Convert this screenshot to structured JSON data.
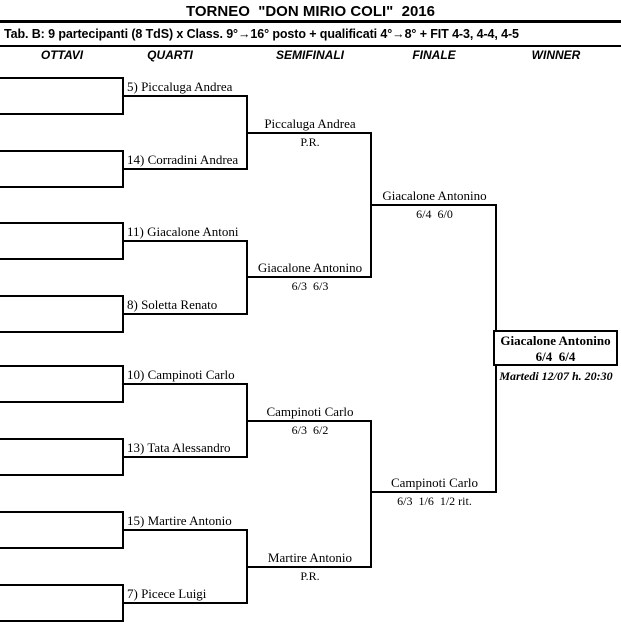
{
  "page": {
    "background": "#ffffff",
    "line_color": "#000000"
  },
  "header": {
    "title": "TORNEO  \"DON MIRIO COLI\"  2016",
    "subtitle": "Tab. B: 9 partecipanti (8 TdS) x Class. 9°→16° posto + qualificati 4°→8° + FIT 4-3, 4-4, 4-5",
    "columns": [
      "OTTAVI",
      "QUARTI",
      "SEMIFINALI",
      "FINALE",
      "WINNER"
    ]
  },
  "bracket": {
    "quarti": [
      {
        "label": "5) Piccaluga Andrea"
      },
      {
        "label": "14) Corradini Andrea"
      },
      {
        "label": "11) Giacalone Antoni"
      },
      {
        "label": "8) Soletta Renato"
      },
      {
        "label": "10) Campinoti Carlo"
      },
      {
        "label": "13) Tata Alessandro"
      },
      {
        "label": "15) Martire Antonio"
      },
      {
        "label": "7) Picece Luigi"
      }
    ],
    "semifinali": [
      {
        "name": "Piccaluga Andrea",
        "score": "P.R."
      },
      {
        "name": "Giacalone Antonino",
        "score": "6/3  6/3"
      },
      {
        "name": "Campinoti Carlo",
        "score": "6/3  6/2"
      },
      {
        "name": "Martire Antonio",
        "score": "P.R."
      }
    ],
    "finale": [
      {
        "name": "Giacalone Antonino",
        "score": "6/4  6/0"
      },
      {
        "name": "Campinoti Carlo",
        "score": "6/3  1/6  1/2 rit."
      }
    ],
    "winner": {
      "name": "Giacalone Antonino",
      "score": "6/4  6/4",
      "schedule": "Martedi 12/07 h. 20:30"
    }
  }
}
